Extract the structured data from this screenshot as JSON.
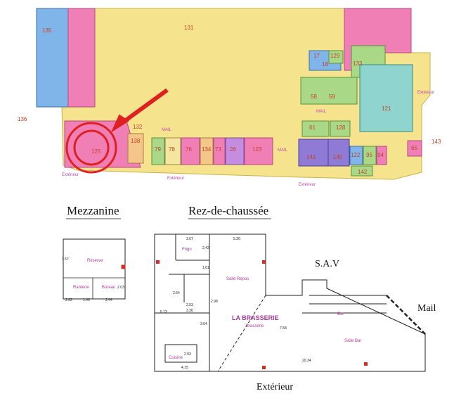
{
  "mall_plan": {
    "units": [
      "135",
      "131",
      "136",
      "132",
      "138",
      "125",
      "79",
      "78",
      "76",
      "134",
      "73",
      "26",
      "123",
      "17",
      "129",
      "18",
      "58",
      "59",
      "133",
      "121",
      "128",
      "61",
      "141",
      "140",
      "122",
      "95",
      "94",
      "65",
      "143",
      "142"
    ],
    "labels": {
      "exterior_left": "Extérieur",
      "exterior_bottom": "Extérieur",
      "exterior_right": "Extérieur",
      "mall": "MAIL"
    },
    "colors": {
      "corridor": "#f6e38d",
      "large_store": "#ef7fb5",
      "blue_store": "#7fb5e8",
      "green_store": "#a9d987",
      "purple_store": "#8f7bd6",
      "highlight": "#e02020"
    }
  },
  "section_titles": {
    "mezzanine": "Mezzanine",
    "ground_floor": "Rez-de-chaussée"
  },
  "mezzanine": {
    "rooms": [
      "Réserve",
      "Ranterie",
      "Bureau"
    ],
    "dims": [
      "3.57",
      "2.62",
      "1.40",
      "2.44",
      "2.03"
    ]
  },
  "ground_floor": {
    "rooms": {
      "fridge": "Frigo",
      "staff_room": "Salle Repos",
      "brand": "LA BRASSERIE",
      "brand_sub": "Brasserie",
      "bar": "Bar",
      "bar_room": "Salle Bar",
      "kitchen": "Cuisine"
    },
    "dims": [
      "3.07",
      "5.20",
      "2.42",
      "1.61",
      "2.54",
      "2.53",
      "3.36",
      "2.98",
      "3.64",
      "2.93",
      "4.15",
      "5.13",
      "7.58",
      "20.34"
    ],
    "labels": {
      "sav": "S.A.V",
      "mail": "Mail",
      "exterior": "Extérieur"
    }
  }
}
